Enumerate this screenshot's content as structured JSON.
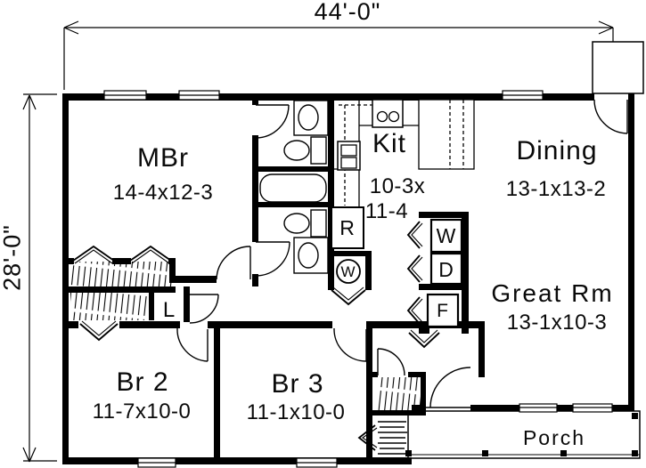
{
  "plan": {
    "dimensions": {
      "width_label": "44'-0\"",
      "height_label": "28'-0\""
    },
    "rooms": {
      "mbr": {
        "name": "MBr",
        "size": "14-4x12-3"
      },
      "kit": {
        "name": "Kit",
        "size_line1": "10-3x",
        "size_line2": "11-4"
      },
      "dining": {
        "name": "Dining",
        "size": "13-1x13-2"
      },
      "great": {
        "name": "Great Rm",
        "size": "13-1x10-3"
      },
      "br2": {
        "name": "Br 2",
        "size": "11-7x10-0"
      },
      "br3": {
        "name": "Br 3",
        "size": "11-1x10-0"
      },
      "porch": {
        "name": "Porch"
      }
    },
    "fixtures": {
      "range": "R",
      "water_heater": "W",
      "washer": "W",
      "dryer": "D",
      "furnace": "F",
      "linen": "L"
    },
    "colors": {
      "line": "#000000",
      "background": "#ffffff"
    }
  }
}
